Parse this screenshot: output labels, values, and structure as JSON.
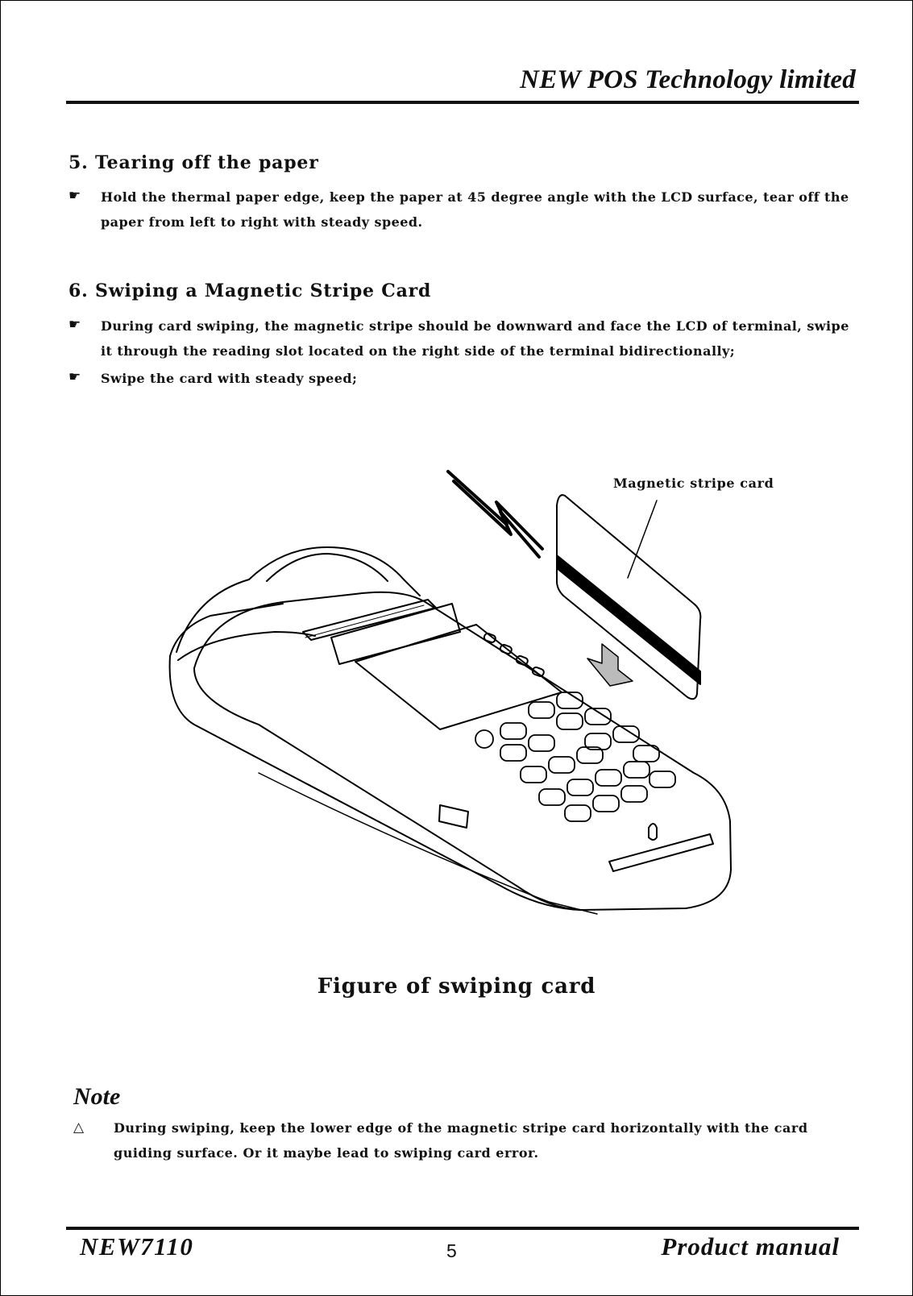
{
  "header": {
    "company": "NEW POS Technology limited"
  },
  "section5": {
    "title": "5. Tearing off the paper",
    "bullets": [
      "Hold the thermal paper edge, keep the paper at 45 degree angle with the LCD surface, tear off the paper from left to right with steady speed."
    ]
  },
  "section6": {
    "title": "6. Swiping a Magnetic Stripe Card",
    "bullets": [
      "During card swiping,  the magnetic stripe should be downward and face the LCD of  terminal, swipe it through the reading slot located on the right side of the terminal bidirectionally;",
      "Swipe the card with steady speed;"
    ]
  },
  "figure": {
    "callout": "Magnetic stripe card",
    "caption": "Figure of swiping card"
  },
  "note": {
    "title": "Note",
    "text": "During swiping, keep the lower edge of the magnetic stripe card horizontally with the card guiding surface. Or it maybe lead to swiping card error."
  },
  "footer": {
    "model": "NEW7110",
    "page_number": "5",
    "doc_type": "Product manual"
  },
  "icons": {
    "bullet": "pointing-hand-icon",
    "note": "warning-triangle-icon"
  }
}
